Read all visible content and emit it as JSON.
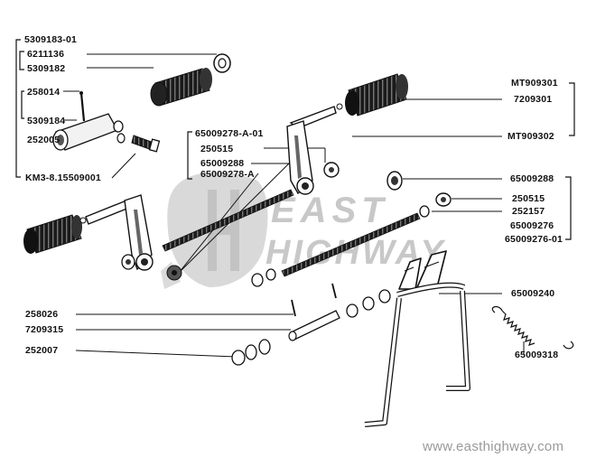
{
  "watermark": {
    "line1": "EAST",
    "line2": "HIGHWAY",
    "url": "www.easthighway.com"
  },
  "labels": {
    "p5309183_01": "5309183-01",
    "p6211136": "6211136",
    "p5309182": "5309182",
    "p258014": "258014",
    "p5309184": "5309184",
    "p252005": "252005",
    "pKM3": "KM3-8.15509001",
    "p65009278_A_01": "65009278-A-01",
    "p250515a": "250515",
    "p65009288a": "65009288",
    "p65009278_A": "65009278-A",
    "pMT909301": "MT909301",
    "p7209301": "7209301",
    "pMT909302": "MT909302",
    "p65009288b": "65009288",
    "p250515b": "250515",
    "p252157": "252157",
    "p65009276": "65009276",
    "p65009276_01": "65009276-01",
    "p65009240": "65009240",
    "p258026": "258026",
    "p7209315": "7209315",
    "p252007": "252007",
    "p65009318": "65009318"
  }
}
